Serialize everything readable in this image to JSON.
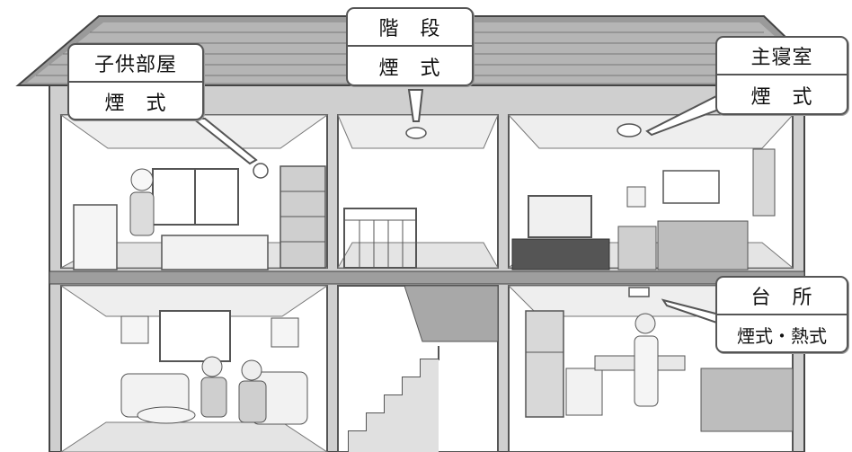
{
  "labels": {
    "kids_room": {
      "title": "子供部屋",
      "detector": "煙　式"
    },
    "stairs": {
      "title": "階　段",
      "detector": "煙　式"
    },
    "master": {
      "title": "主寝室",
      "detector": "煙　式"
    },
    "kitchen": {
      "title": "台　所",
      "detector": "煙式・熱式"
    }
  },
  "colors": {
    "line": "#555555",
    "roof": "#8a8a8a",
    "wall": "#d9d9d9",
    "room_bg": "#ffffff",
    "floor_shade": "#bdbdbd"
  }
}
